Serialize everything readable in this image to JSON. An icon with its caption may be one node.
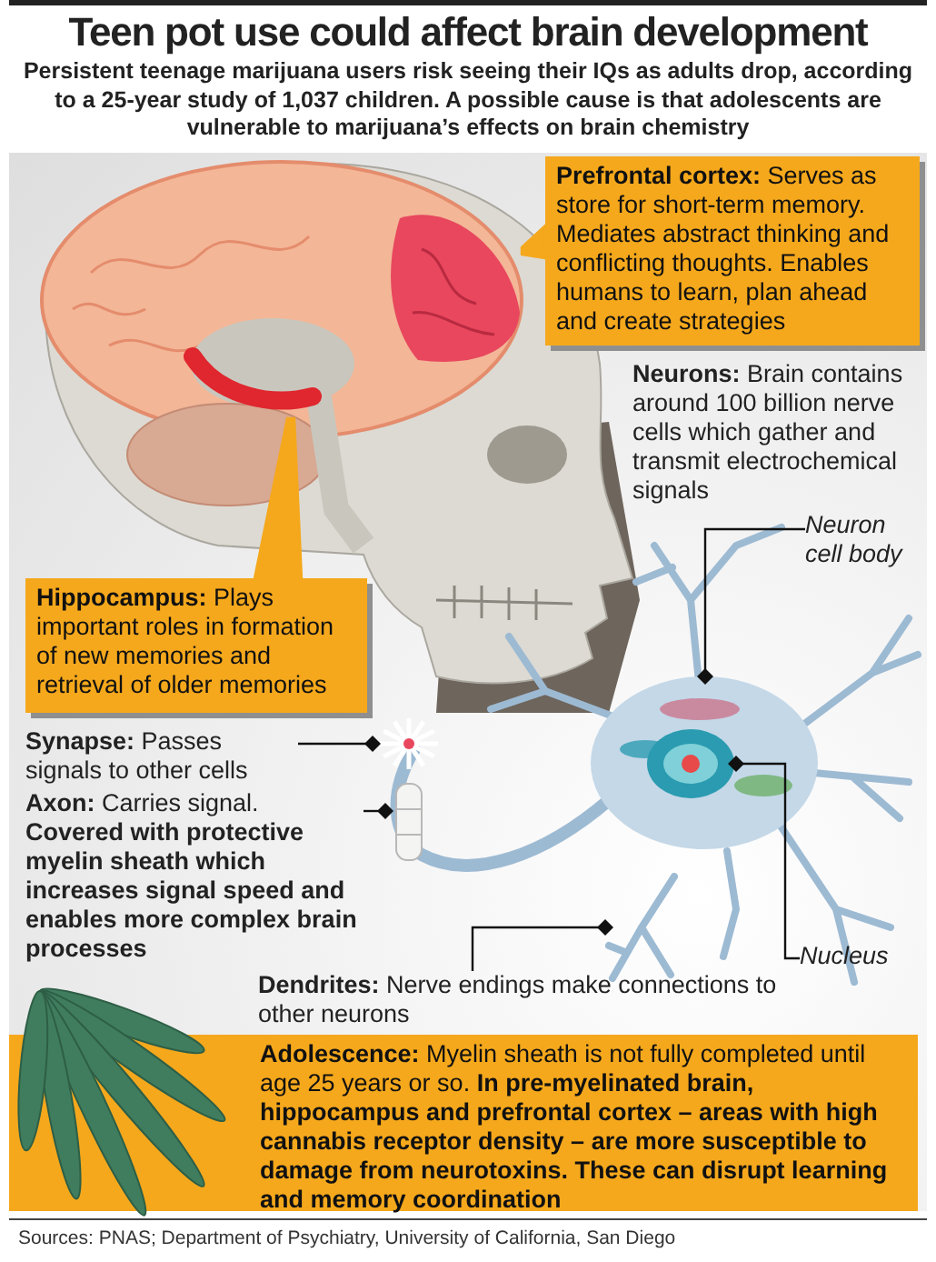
{
  "diagram": {
    "title": "Teen pot use could affect brain development",
    "nodes": [
      {
        "text": [
          "**Prefrontal cortex:** Serves as store for short-term memory. Mediates abstract thinking and conflicting thoughts. Enables humans to learn, plan ahead and create strategies"
        ]
      },
      {
        "text": [],
        "shape": "picture"
      },
      {
        "text": [
          "**Hippocampus:** Plays important roles in formation of new memories and retrieval of older memories"
        ]
      },
      {
        "text": [],
        "shape": "picture"
      },
      {
        "text": [
          "Neuron cell body"
        ]
      },
      {
        "text": [],
        "shape": "picture"
      },
      {
        "text": [
          "**Synapse:** Passes signals to other cells"
        ]
      },
      {
        "text": [],
        "shape": "picture"
      },
      {
        "text": [
          "**Axon:** Carries signal. **Covered with protective myelin sheath which increases signal speed and enables more complex brain processes**"
        ]
      },
      {
        "text": [],
        "shape": "picture"
      },
      {
        "text": [
          "Nucleus"
        ]
      },
      {
        "text": [],
        "shape": "picture",
        "in": 5
      },
      {
        "text": [
          "**Dendrites:** Nerve endings make connections to other neurons"
        ]
      },
      {
        "text": [],
        "shape": "picture"
      },
      {
        "text": [
          "**Adolescence:** Myelin sheath is not fully completed until age 25 years or so. **In pre-myelinated brain, hippocampus and prefrontal cortex – areas with high cannabis receptor density – are more susceptible to damage from neurotoxins. These can disrupt learning and memory coordination**"
        ]
      }
    ],
    "edges": [
      {
        "from": 0,
        "to": 1,
        "arrow": "none",
        "color": "#f5a81c"
      },
      {
        "from": 2,
        "to": 3,
        "arrow": "none",
        "color": "#f5a81c"
      },
      {
        "from": 4,
        "to": 5,
        "arrow": "other"
      },
      {
        "from": 6,
        "to": 7,
        "arrow": "other"
      },
      {
        "from": 8,
        "to": 9,
        "arrow": "other"
      },
      {
        "from": 10,
        "to": 11,
        "arrow": "other"
      },
      {
        "from": 12,
        "to": 13,
        "arrow": "other"
      }
    ],
    "labels": [
      "Persistent teenage marijuana users risk seeing their IQs as adults drop, according to a 25-year study of 1,037 children. A possible cause is that adolescents are vulnerable to marijuana’s effects on brain chemistry",
      "**Neurons:** Brain contains around 100 billion nerve cells which gather and transmit electrochemical signals",
      "Sources: PNAS; Department of Psychiatry, University of California, San Diego"
    ]
  }
}
